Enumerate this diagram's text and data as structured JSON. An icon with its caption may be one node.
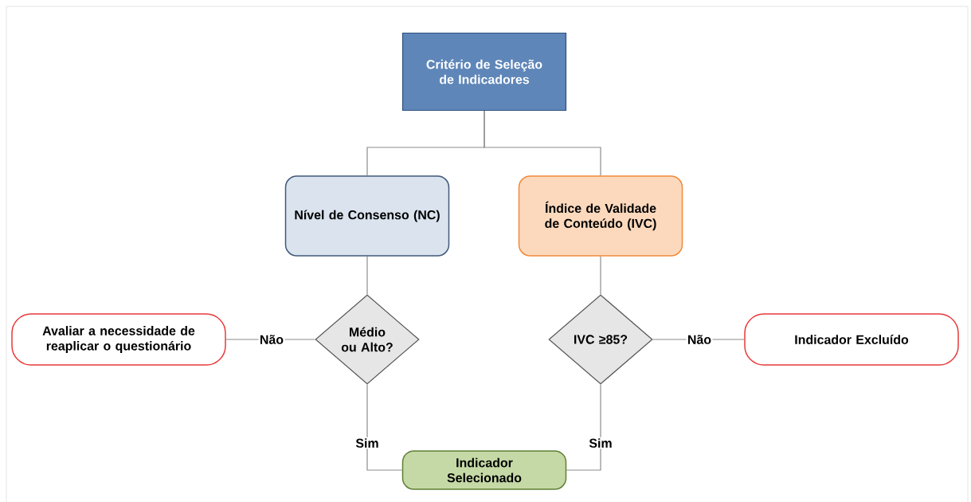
{
  "diagram": {
    "nodes": [
      {
        "text": [
          "Critério de Seleção de Indicadores"
        ]
      },
      {
        "text": [
          "Nível de Consenso (NC)"
        ]
      },
      {
        "text": [
          "Índice de Validade de Conteúdo (IVC)"
        ]
      },
      {
        "text": [
          "Avaliar a necessidade de reaplicar o questionário"
        ]
      },
      {
        "text": [
          "Médio ou Alto?"
        ]
      },
      {
        "text": [
          "IVC ≥85?"
        ]
      },
      {
        "text": [
          "Indicador Excluído"
        ]
      },
      {
        "text": [
          "Indicador Selecionado"
        ]
      }
    ],
    "edges": [
      {
        "from": 0,
        "to": 1,
        "arrow": "none"
      },
      {
        "from": 0,
        "to": 2,
        "arrow": "none"
      },
      {
        "from": 1,
        "to": 4,
        "arrow": "none"
      },
      {
        "from": 2,
        "to": 5,
        "arrow": "none"
      },
      {
        "from": 4,
        "to": 3,
        "arrow": "none",
        "label": "Não"
      },
      {
        "from": 5,
        "to": 6,
        "arrow": "none",
        "label": "Não"
      },
      {
        "from": 4,
        "to": 7,
        "arrow": "none",
        "label": "Sim"
      },
      {
        "from": 5,
        "to": 7,
        "arrow": "none",
        "label": "Sim"
      }
    ]
  }
}
